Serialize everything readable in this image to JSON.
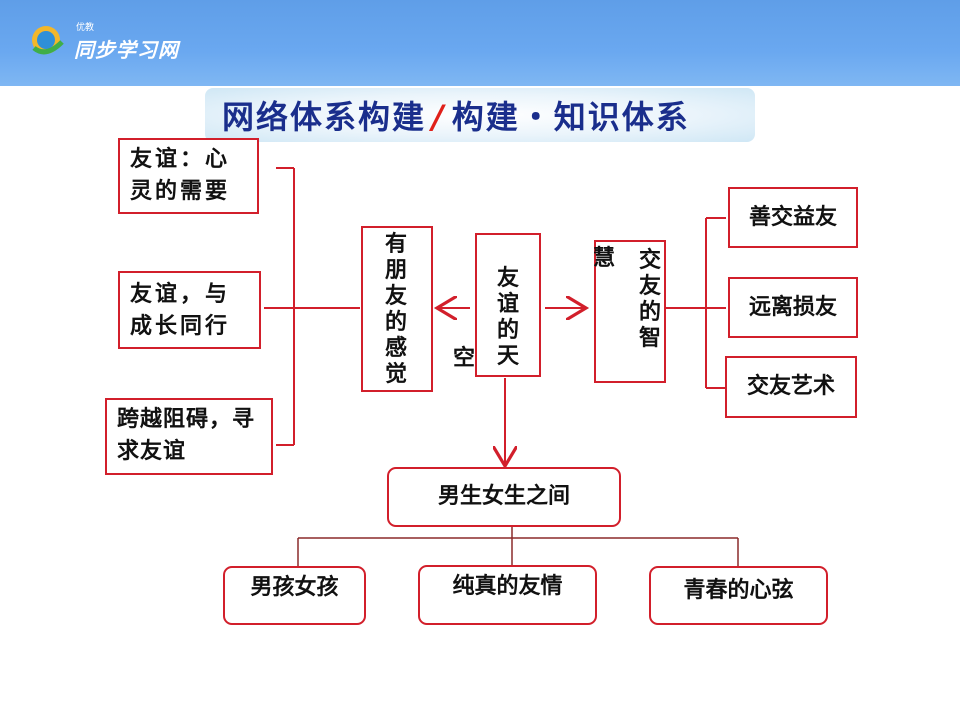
{
  "header": {
    "logo_small": "优教",
    "logo_main": "同步学习网"
  },
  "title": {
    "left": "网络体系构建",
    "separator": "/",
    "right": "构建・知识体系"
  },
  "left_boxes": [
    {
      "text": "友谊：心灵的需要"
    },
    {
      "text": "友谊，与成长同行"
    },
    {
      "text": "跨越阻碍，寻求友谊"
    }
  ],
  "center": {
    "left_box": "有朋友的感觉",
    "middle_box": "友谊的天",
    "middle_extra": "空",
    "right_box": "交友的智",
    "right_extra": "慧"
  },
  "right_boxes": [
    {
      "text": "善交益友"
    },
    {
      "text": "远离损友"
    },
    {
      "text": "交友艺术"
    }
  ],
  "bottom": {
    "main": "男生女生之间",
    "children": [
      "男孩女孩",
      "纯真的友情",
      "青春的心弦"
    ]
  },
  "colors": {
    "line": "#d21f2b",
    "box_border": "#d21f2b",
    "banner": "#6aa8f0",
    "title": "#1a2e8c"
  }
}
